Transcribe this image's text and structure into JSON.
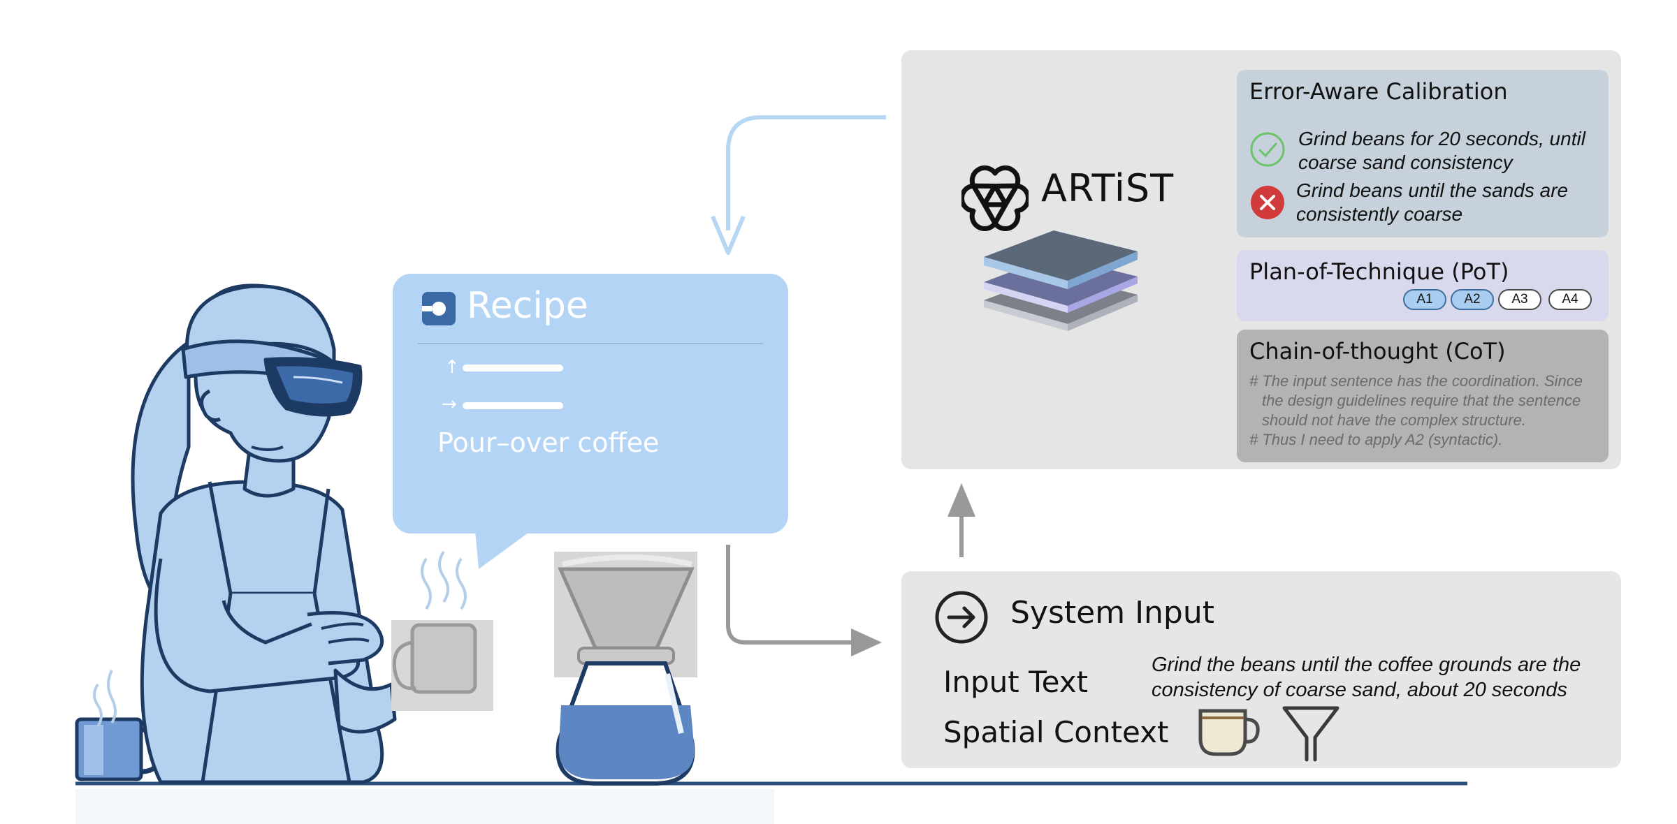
{
  "colors": {
    "panel": "#e5e5e5",
    "recipe_bubble": "#b4d4f5",
    "flow_arrow_blue": "#b7d6f3",
    "flow_arrow_gray": "#999999",
    "success": "#6cc36b",
    "error": "#d23b3b",
    "table_line": "#2c4f7c"
  },
  "artist": {
    "title": "ARTiST",
    "logo_icon": "openai-logo-icon",
    "model_icon": "layer-stack-icon"
  },
  "error_aware_calibration": {
    "title": "Error-Aware Calibration",
    "items": [
      {
        "status": "correct",
        "icon": "check-circle-icon",
        "line1": "Grind beans for 20 seconds, until",
        "line2": "coarse sand consistency"
      },
      {
        "status": "incorrect",
        "icon": "x-circle-icon",
        "line1": "Grind beans until the sands are",
        "line2": "consistently coarse"
      }
    ]
  },
  "plan_of_technique": {
    "title": "Plan-of-Technique (PoT)",
    "tags": [
      {
        "label": "A1",
        "selected": true
      },
      {
        "label": "A2",
        "selected": true
      },
      {
        "label": "A3",
        "selected": false
      },
      {
        "label": "A4",
        "selected": false
      }
    ]
  },
  "chain_of_thought": {
    "title": "Chain-of-thought (CoT)",
    "lines": [
      "# The input sentence has the coordination. Since",
      "the design guidelines require that the sentence",
      "should not have the complex structure.",
      "# Thus I need to apply A2 (syntactic)."
    ]
  },
  "recipe": {
    "title": "Recipe",
    "icon": "recipe-app-icon",
    "step_icons": [
      "up-arrow-icon",
      "right-arrow-icon"
    ],
    "text": "Pour–over coffee"
  },
  "system_input": {
    "title": "System Input",
    "icon": "arrow-circle-icon",
    "input_text_label": "Input Text",
    "input_text_line1": "Grind the beans until the coffee grounds are the",
    "input_text_line2": "consistency of coarse sand, about 20 seconds",
    "spatial_context_label": "Spatial Context",
    "spatial_icons": [
      "cup-icon",
      "funnel-icon"
    ]
  }
}
